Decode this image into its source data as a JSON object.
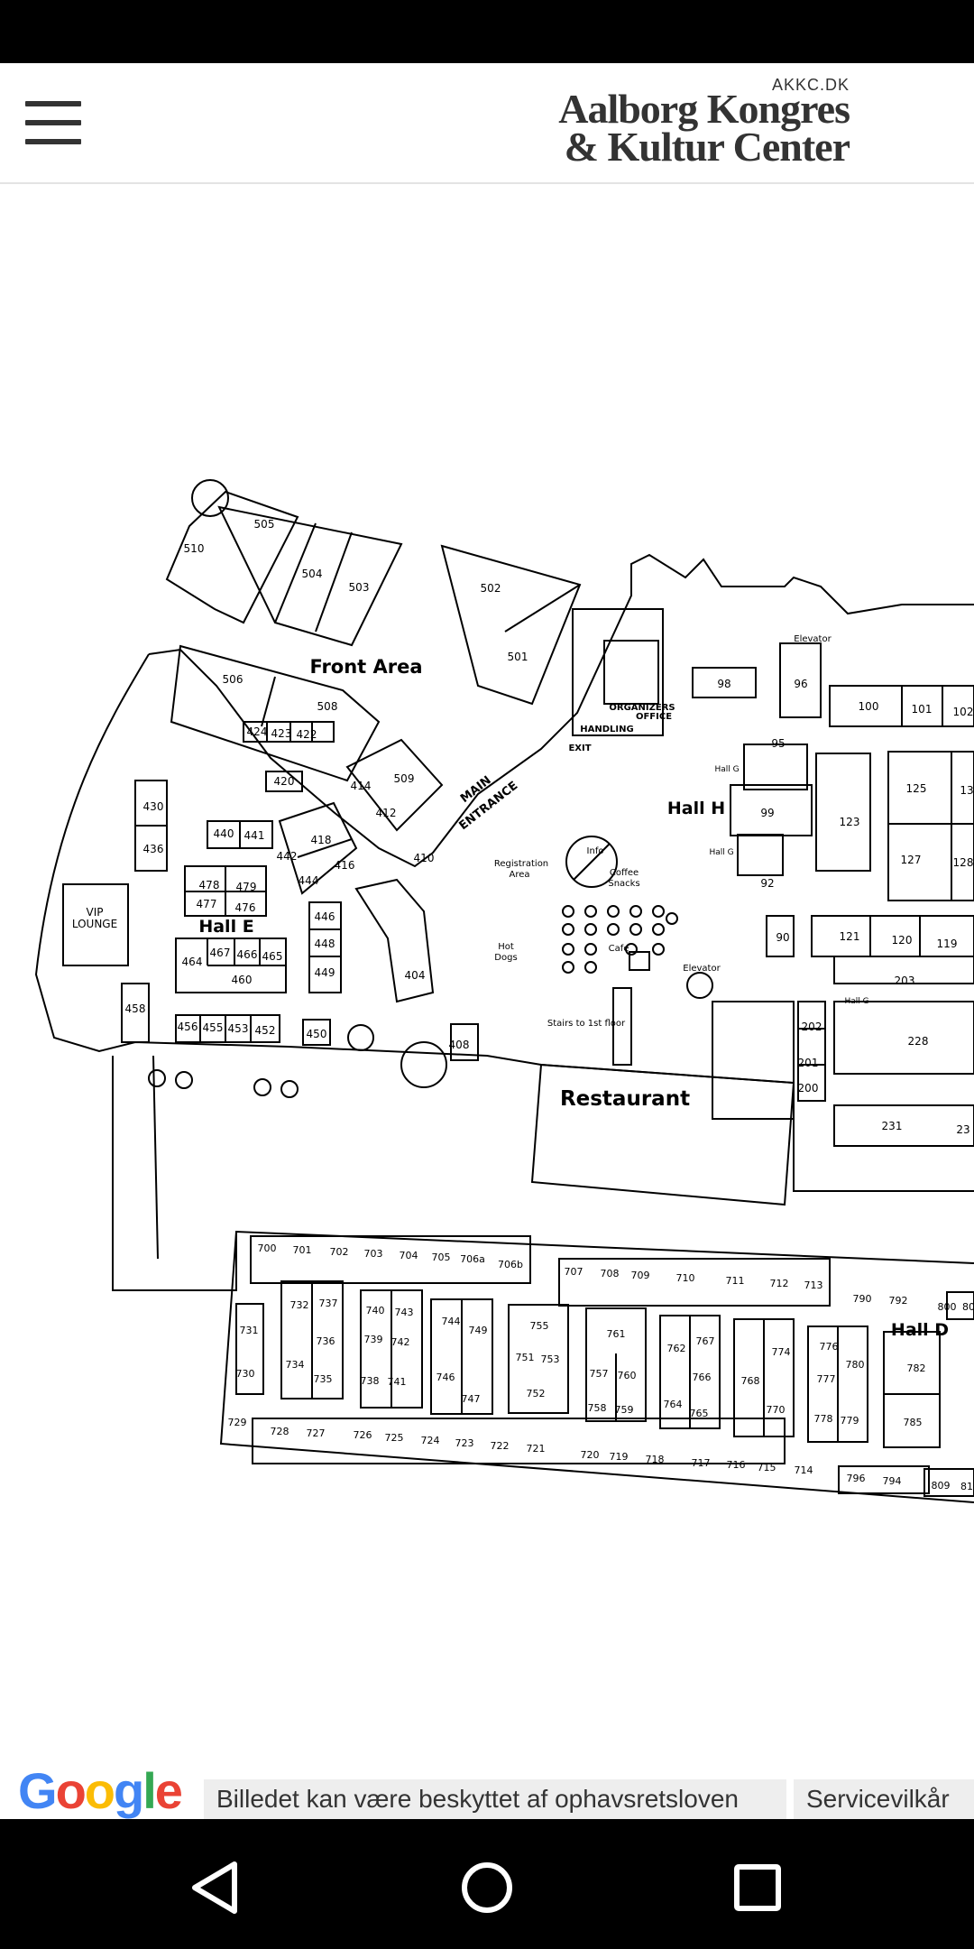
{
  "header": {
    "menu_icon": "hamburger-menu-icon",
    "logo_small": "AKKC.DK",
    "logo_line1": "Aalborg Kongres",
    "logo_line2": "& Kultur Center"
  },
  "map": {
    "areas": {
      "front_area": "Front Area",
      "main_entrance_1": "MAIN",
      "main_entrance_2": "ENTRANCE",
      "hall_e": "Hall E",
      "hall_h": "Hall H",
      "hall_d": "Hall D",
      "hall_g": "Hall G",
      "restaurant": "Restaurant",
      "vip_lounge_1": "VIP",
      "vip_lounge_2": "LOUNGE",
      "organizers_office_1": "ORGANIZERS",
      "organizers_office_2": "OFFICE",
      "handling": "HANDLING",
      "exit": "EXIT",
      "registration_1": "Registration",
      "registration_2": "Area",
      "info": "Info",
      "coffee_1": "Coffee",
      "coffee_2": "Snacks",
      "cafe": "Cafe",
      "elevator": "Elevator",
      "hot_dogs_1": "Hot",
      "hot_dogs_2": "Dogs",
      "stairs": "Stairs to 1st floor"
    },
    "booths": {
      "b505": "505",
      "b510": "510",
      "b504": "504",
      "b503": "503",
      "b502": "502",
      "b501": "501",
      "b506": "506",
      "b508": "508",
      "b509": "509",
      "b424": "424",
      "b423": "423",
      "b422": "422",
      "b420": "420",
      "b414": "414",
      "b412": "412",
      "b410": "410",
      "b430": "430",
      "b436": "436",
      "b440": "440",
      "b441": "441",
      "b418": "418",
      "b416": "416",
      "b442": "442",
      "b444": "444",
      "b478": "478",
      "b479": "479",
      "b477": "477",
      "b476": "476",
      "b446": "446",
      "b448": "448",
      "b449": "449",
      "b464": "464",
      "b467": "467",
      "b466": "466",
      "b465": "465",
      "b460": "460",
      "b404": "404",
      "b458": "458",
      "b456": "456",
      "b455": "455",
      "b453": "453",
      "b452": "452",
      "b450": "450",
      "b408": "408",
      "b98": "98",
      "b96": "96",
      "b95": "95",
      "b99": "99",
      "b92": "92",
      "b90": "90",
      "b100": "100",
      "b101": "101",
      "b102": "102",
      "b125": "125",
      "b13": "13",
      "b123": "123",
      "b127": "127",
      "b128": "128",
      "b121": "121",
      "b120": "120",
      "b119": "119",
      "b203": "203",
      "b202": "202",
      "b201": "201",
      "b200": "200",
      "b228": "228",
      "b231": "231",
      "b23": "23",
      "b700": "700",
      "b701": "701",
      "b702": "702",
      "b703": "703",
      "b704": "704",
      "b705": "705",
      "b706a": "706a",
      "b706b": "706b",
      "b707": "707",
      "b708": "708",
      "b709": "709",
      "b710": "710",
      "b711": "711",
      "b712": "712",
      "b713": "713",
      "b790": "790",
      "b792": "792",
      "b800": "800",
      "b80": "80",
      "b731": "731",
      "b730": "730",
      "b729": "729",
      "b732": "732",
      "b737": "737",
      "b736": "736",
      "b734": "734",
      "b735": "735",
      "b740": "740",
      "b743": "743",
      "b739": "739",
      "b742": "742",
      "b738": "738",
      "b741": "741",
      "b744": "744",
      "b749": "749",
      "b746": "746",
      "b747": "747",
      "b755": "755",
      "b751": "751",
      "b753": "753",
      "b752": "752",
      "b761": "761",
      "b757": "757",
      "b760": "760",
      "b758": "758",
      "b759": "759",
      "b762": "762",
      "b767": "767",
      "b766": "766",
      "b764": "764",
      "b765": "765",
      "b768": "768",
      "b774": "774",
      "b770": "770",
      "b776": "776",
      "b780": "780",
      "b777": "777",
      "b778": "778",
      "b779": "779",
      "b782": "782",
      "b785": "785",
      "b728": "728",
      "b727": "727",
      "b726": "726",
      "b725": "725",
      "b724": "724",
      "b723": "723",
      "b722": "722",
      "b721": "721",
      "b720": "720",
      "b719": "719",
      "b718": "718",
      "b717": "717",
      "b716": "716",
      "b715": "715",
      "b714": "714",
      "b796": "796",
      "b794": "794",
      "b809": "809",
      "b81": "81"
    }
  },
  "footer": {
    "google": "Google",
    "copyright": "Billedet kan være beskyttet af ophavsretsloven",
    "terms": "Servicevilkår"
  },
  "nav": {
    "back_icon": "back-triangle-icon",
    "home_icon": "home-circle-icon",
    "recents_icon": "recents-square-icon"
  }
}
